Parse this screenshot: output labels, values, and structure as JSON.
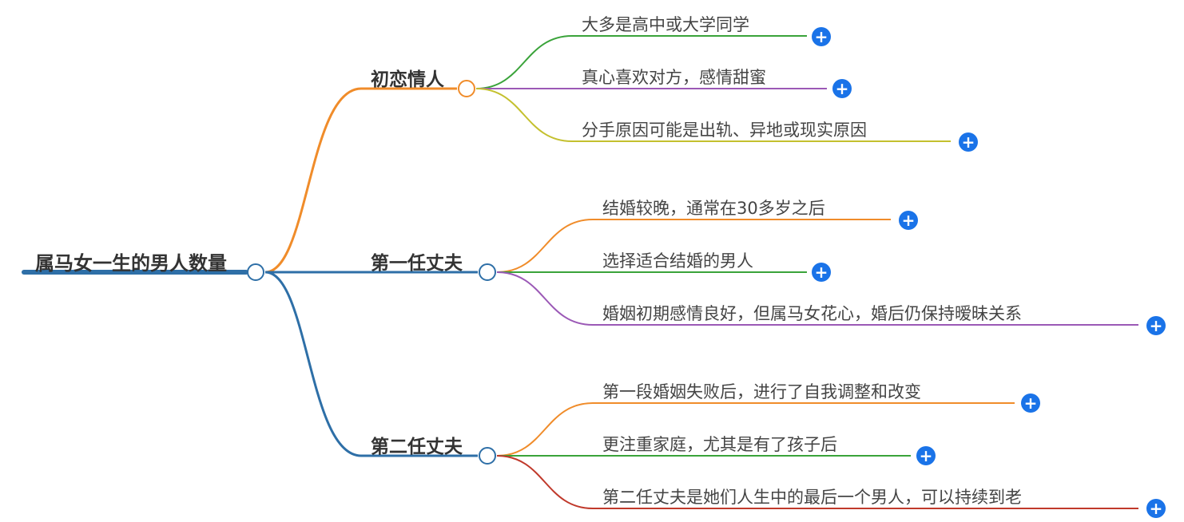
{
  "root": {
    "label": "属马女一生的男人数量",
    "color": "#2e6fa7"
  },
  "branches": [
    {
      "label": "初恋情人",
      "color": "#f08c2a",
      "children": [
        {
          "label": "大多是高中或大学同学",
          "color": "#3aa33a"
        },
        {
          "label": "真心喜欢对方，感情甜蜜",
          "color": "#9b59b6"
        },
        {
          "label": "分手原因可能是出轨、异地或现实原因",
          "color": "#c4c02e"
        }
      ]
    },
    {
      "label": "第一任丈夫",
      "color": "#2e6fa7",
      "children": [
        {
          "label": "结婚较晚，通常在30多岁之后",
          "color": "#f08c2a"
        },
        {
          "label": "选择适合结婚的男人",
          "color": "#3aa33a"
        },
        {
          "label": "婚姻初期感情良好，但属马女花心，婚后仍保持暧昧关系",
          "color": "#9b59b6"
        }
      ]
    },
    {
      "label": "第二任丈夫",
      "color": "#2e6fa7",
      "children": [
        {
          "label": "第一段婚姻失败后，进行了自我调整和改变",
          "color": "#f08c2a"
        },
        {
          "label": "更注重家庭，尤其是有了孩子后",
          "color": "#3aa33a"
        },
        {
          "label": "第二任丈夫是她们人生中的最后一个男人，可以持续到老",
          "color": "#c0392b"
        }
      ]
    }
  ],
  "expand_symbol": "+"
}
